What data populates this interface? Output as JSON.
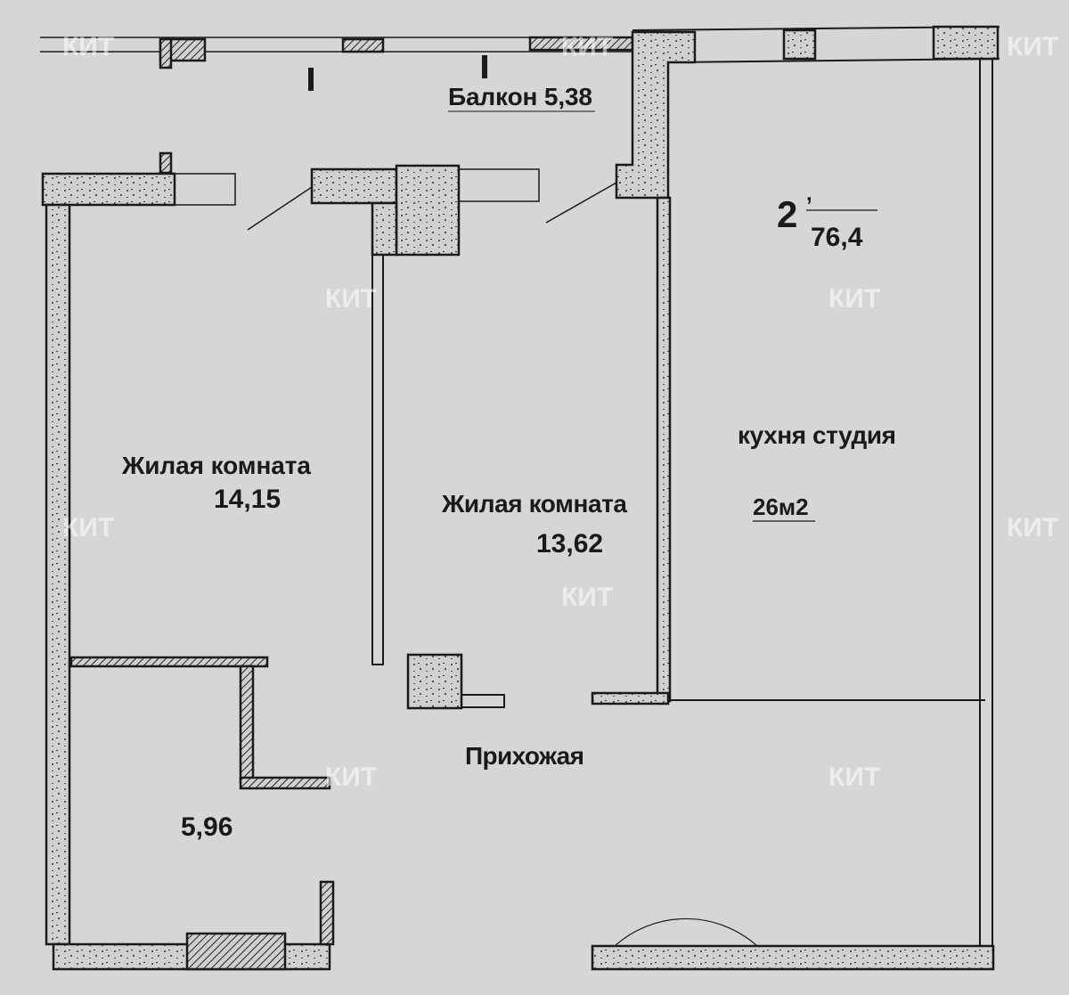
{
  "plan": {
    "balcony": {
      "label": "Балкон 5,38"
    },
    "rooms": [
      {
        "name": "Жилая комната",
        "area": "14,15"
      },
      {
        "name": "Жилая комната",
        "area": "13,62"
      },
      {
        "name": "кухня студия",
        "area": "26м2"
      },
      {
        "name": "Прихожая"
      },
      {
        "area": "5,96"
      }
    ],
    "apartment": {
      "rooms_count": "2",
      "separator": ",",
      "total_area": "76,4"
    },
    "watermark": "КИТ",
    "colors": {
      "background": "#d5d7d4",
      "wall": "#c9cbc8",
      "line": "#1a1a1a"
    }
  }
}
